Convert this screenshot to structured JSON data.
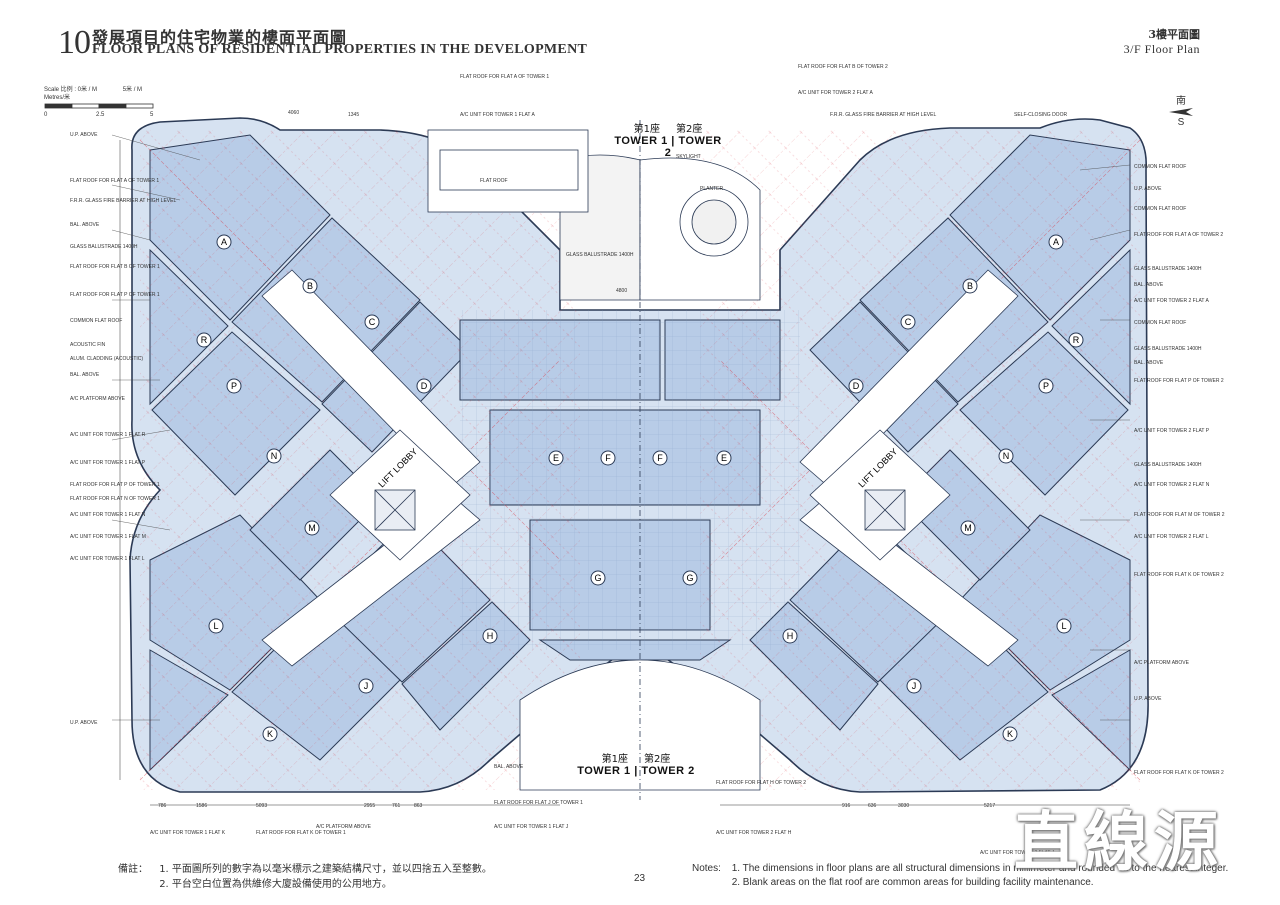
{
  "header": {
    "section_number": "10",
    "title_zh": "發展項目的住宅物業的樓面平面圖",
    "title_en": "FLOOR PLANS OF RESIDENTIAL PROPERTIES IN THE DEVELOPMENT"
  },
  "floor": {
    "label_zh": "3樓平面圖",
    "label_en": "3/F Floor Plan"
  },
  "scale_bar": {
    "label_line1": "Scale 比例 : 0米 / M",
    "label_unit_right": "5米 / M",
    "label_line2": "Metres/米",
    "ticks": [
      "0",
      "2.5",
      "5"
    ]
  },
  "north_arrow": {
    "label_zh": "南",
    "label_en": "S"
  },
  "tower_labels_top": {
    "left_zh": "第1座",
    "right_zh": "第2座",
    "left_en": "TOWER 1",
    "right_en": "TOWER 2"
  },
  "tower_labels_bottom": {
    "left_zh": "第1座",
    "right_zh": "第2座",
    "left_en": "TOWER 1",
    "right_en": "TOWER 2"
  },
  "lobbies": {
    "left": "LIFT LOBBY",
    "right": "LIFT LOBBY"
  },
  "flat_letters_tower1": [
    "A",
    "B",
    "C",
    "D",
    "E",
    "F",
    "G",
    "H",
    "J",
    "K",
    "L",
    "M",
    "N",
    "P",
    "R"
  ],
  "flat_letters_tower2": [
    "A",
    "B",
    "C",
    "D",
    "E",
    "F",
    "G",
    "H",
    "J",
    "K",
    "L",
    "M",
    "N",
    "P",
    "R"
  ],
  "annotations_left": [
    "U.P. ABOVE",
    "FLAT ROOF FOR FLAT A OF TOWER 1",
    "F.R.R. GLASS FIRE BARRIER AT HIGH LEVEL",
    "BAL. ABOVE",
    "GLASS BALUSTRADE 1400H",
    "FLAT ROOF FOR FLAT B OF TOWER 1",
    "FLAT ROOF FOR FLAT P OF TOWER 1",
    "COMMON FLAT ROOF",
    "ACOUSTIC FIN",
    "ALUM. CLADDING (ACOUSTIC)",
    "BAL. ABOVE",
    "A/C PLATFORM ABOVE",
    "A/C UNIT FOR TOWER 1 FLAT R",
    "A/C UNIT FOR TOWER 1 FLAT P",
    "FLAT ROOF FOR FLAT P OF TOWER 1",
    "FLAT ROOF FOR FLAT N OF TOWER 1",
    "A/C UNIT FOR TOWER 1 FLAT N",
    "A/C UNIT FOR TOWER 1 FLAT M",
    "A/C UNIT FOR TOWER 1 FLAT L",
    "U.P. ABOVE"
  ],
  "annotations_right": [
    "COMMON FLAT ROOF",
    "U.P. ABOVE",
    "COMMON FLAT ROOF",
    "FLAT ROOF FOR FLAT A OF TOWER 2",
    "GLASS BALUSTRADE 1400H",
    "BAL. ABOVE",
    "A/C UNIT FOR TOWER 2 FLAT A",
    "COMMON FLAT ROOF",
    "GLASS BALUSTRADE 1400H",
    "BAL. ABOVE",
    "FLAT ROOF FOR FLAT P OF TOWER 2",
    "A/C UNIT FOR TOWER 2 FLAT P",
    "GLASS BALUSTRADE 1400H",
    "A/C UNIT FOR TOWER 2 FLAT N",
    "FLAT ROOF FOR FLAT M OF TOWER 2",
    "A/C UNIT FOR TOWER 2 FLAT L",
    "FLAT ROOF FOR FLAT K OF TOWER 2",
    "A/C PLATFORM ABOVE",
    "U.P. ABOVE",
    "FLAT ROOF FOR FLAT K OF TOWER 2"
  ],
  "annotations_top": [
    "FLAT ROOF",
    "SKYLIGHT",
    "PLANTER",
    "GLASS BALUSTRADE 1400H",
    "FLAT ROOF FOR FLAT B OF TOWER 2",
    "A/C UNIT FOR TOWER 2 FLAT A",
    "F.R.R. GLASS FIRE BARRIER AT HIGH LEVEL",
    "SELF-CLOSING DOOR",
    "FLAT ROOF FOR FLAT A OF TOWER 1",
    "A/C UNIT FOR TOWER 1 FLAT A"
  ],
  "annotations_bottom": [
    "BAL. ABOVE",
    "FLAT ROOF FOR FLAT J OF TOWER 1",
    "A/C UNIT FOR TOWER 1 FLAT J",
    "A/C PLATFORM ABOVE",
    "FLAT ROOF FOR FLAT H OF TOWER 2",
    "A/C UNIT FOR TOWER 2 FLAT H",
    "A/C UNIT FOR TOWER 2 FLAT J",
    "FLAT ROOF FOR FLAT K OF TOWER 1",
    "A/C UNIT FOR TOWER 1 FLAT K"
  ],
  "dimensions_bottom": [
    "786",
    "1586",
    "5093",
    "2955",
    "761",
    "863",
    "916",
    "636",
    "3030",
    "5217"
  ],
  "dimensions_top": [
    "4800",
    "1345",
    "4060"
  ],
  "notes_zh": {
    "label": "備註：",
    "items": [
      "1. 平面圖所列的數字為以毫米標示之建築結構尺寸，並以四捨五入至整數。",
      "2. 平台空白位置為供維修大廈設備使用的公用地方。"
    ]
  },
  "notes_en": {
    "label": "Notes:",
    "items": [
      "1. The dimensions in floor plans are all structural dimensions in millimeter and rounded off to the nearest integer.",
      "2. Blank areas on the flat roof are common areas for building facility maintenance."
    ]
  },
  "page_number": "23",
  "watermark": "直線源",
  "colors": {
    "unit_fill": "#c9d9ef",
    "unit_fill_dark": "#9fb9dd",
    "outline": "#2b3a55",
    "red_dim": "#d9333f",
    "corridor": "#ffffff"
  }
}
